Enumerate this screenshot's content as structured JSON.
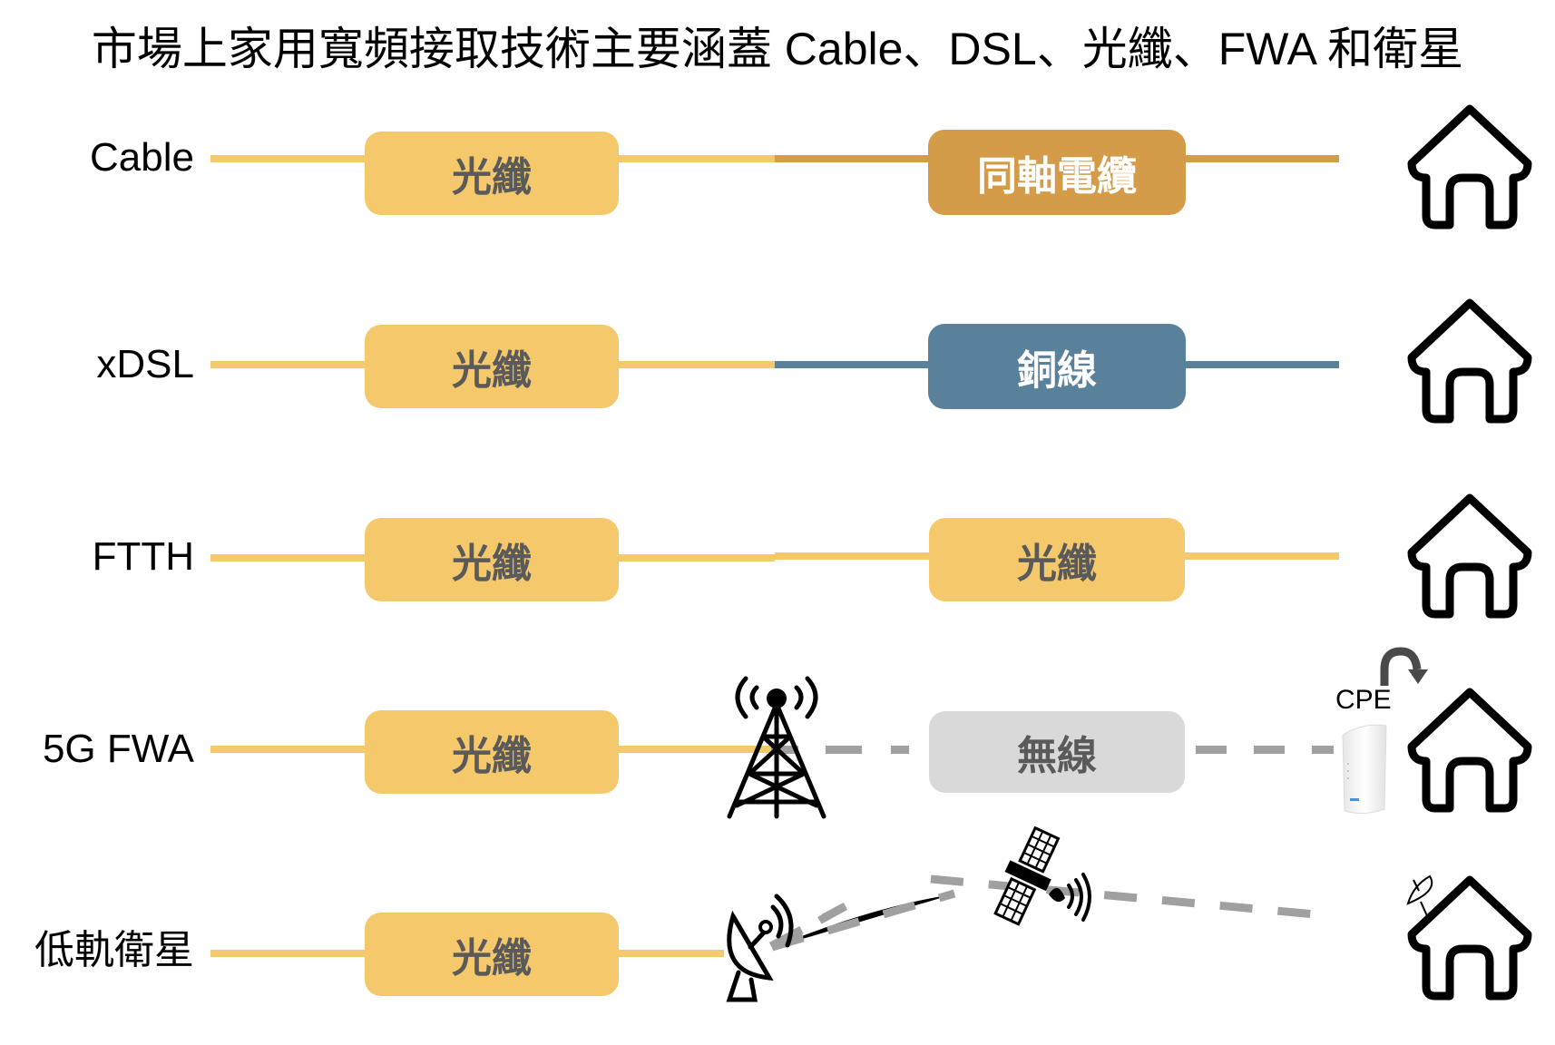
{
  "title": "市場上家用寬頻接取技術主要涵蓋 Cable、DSL、光纖、FWA 和衛星",
  "colors": {
    "fiber": "#f5c96b",
    "coax": "#d49c48",
    "copper": "#5a819c",
    "wireless": "#d9d9d9",
    "dash": "#a0a0a0",
    "fiber_text": "#5a5a5a",
    "light_text": "#ffffff"
  },
  "rows": [
    {
      "label": "Cable",
      "segment1": "光纖",
      "segment2": "同軸電纜",
      "segment2_type": "coax",
      "endpoint": "house-icon"
    },
    {
      "label": "xDSL",
      "segment1": "光纖",
      "segment2": "銅線",
      "segment2_type": "copper",
      "endpoint": "house-icon"
    },
    {
      "label": "FTTH",
      "segment1": "光纖",
      "segment2": "光纖",
      "segment2_type": "fiber",
      "endpoint": "house-icon"
    },
    {
      "label": "5G FWA",
      "segment1": "光纖",
      "segment2": "無線",
      "segment2_type": "wireless",
      "relay": "cell-tower-icon",
      "cpe_label": "CPE",
      "endpoint": "house-icon"
    },
    {
      "label": "低軌衛星",
      "segment1": "光纖",
      "relay": "ground-station-dish-icon",
      "satellite": "satellite-icon",
      "endpoint": "house-icon"
    }
  ]
}
